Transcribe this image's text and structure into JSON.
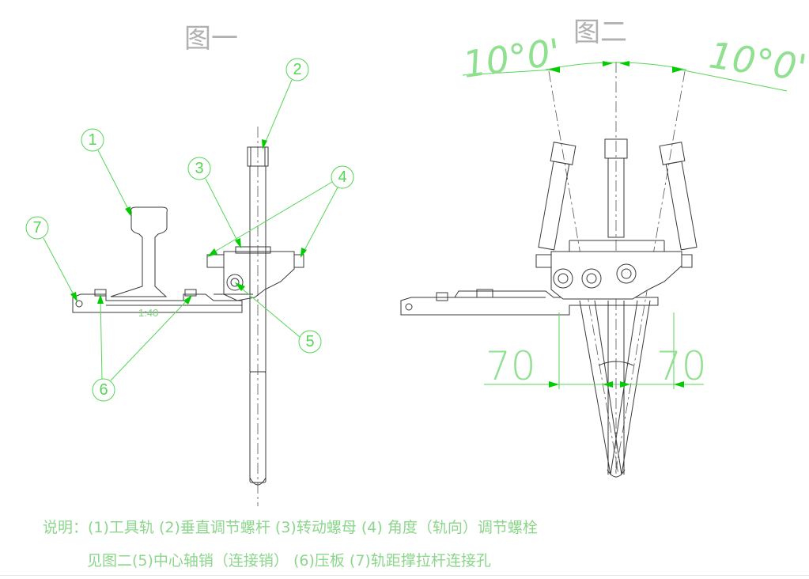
{
  "figure1": {
    "title": "图一",
    "callouts": [
      "1",
      "2",
      "3",
      "4",
      "5",
      "6",
      "7"
    ],
    "slope_label": "1:40"
  },
  "figure2": {
    "title": "图二",
    "angle_left": "10°0'",
    "angle_right": "10°0'",
    "dim_left": "70",
    "dim_right": "70"
  },
  "notes": {
    "line1": "说明：(1)工具轨 (2)垂直调节螺杆 (3)转动螺母 (4) 角度（轨向）调节螺栓",
    "line2": "见图二(5)中心轴销（连接销） (6)压板 (7)轨距撑拉杆连接孔"
  },
  "colors": {
    "annotation": "#55d655",
    "linework": "#3a3a3a",
    "title": "#b0b0b0"
  }
}
